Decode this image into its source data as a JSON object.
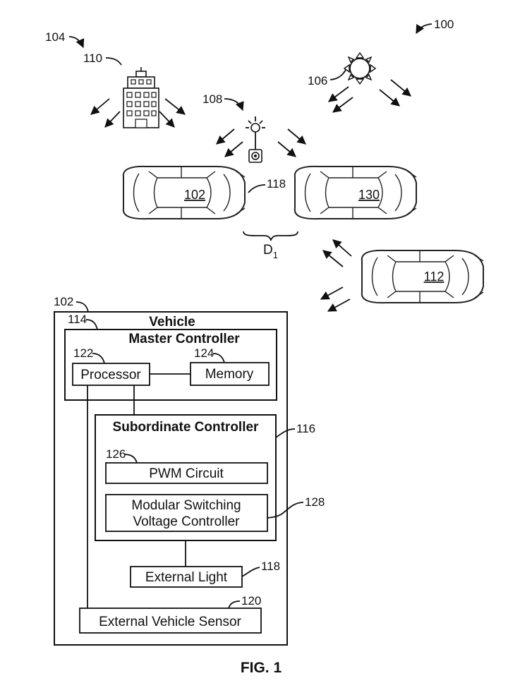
{
  "refs": {
    "system": "100",
    "group_ref": "104",
    "building": "110",
    "streetlight": "108",
    "sun": "106",
    "vehicle_main": "102",
    "vehicle_front": "130",
    "vehicle_oncoming": "112",
    "light_ref": "118",
    "distance": "D",
    "distance_sub": "1"
  },
  "block": {
    "vehicle_ref": "102",
    "vehicle_title": "Vehicle",
    "master_ref": "114",
    "master_title": "Master Controller",
    "processor_ref": "122",
    "processor_label": "Processor",
    "memory_ref": "124",
    "memory_label": "Memory",
    "sub_title": "Subordinate Controller",
    "sub_ref": "116",
    "pwm_ref": "126",
    "pwm_label": "PWM Circuit",
    "msvc_line1": "Modular Switching",
    "msvc_line2": "Voltage Controller",
    "msvc_ref": "128",
    "ext_light_label": "External Light",
    "ext_light_ref": "118",
    "sensor_label": "External Vehicle Sensor",
    "sensor_ref": "120"
  },
  "figure_label": "FIG. 1"
}
